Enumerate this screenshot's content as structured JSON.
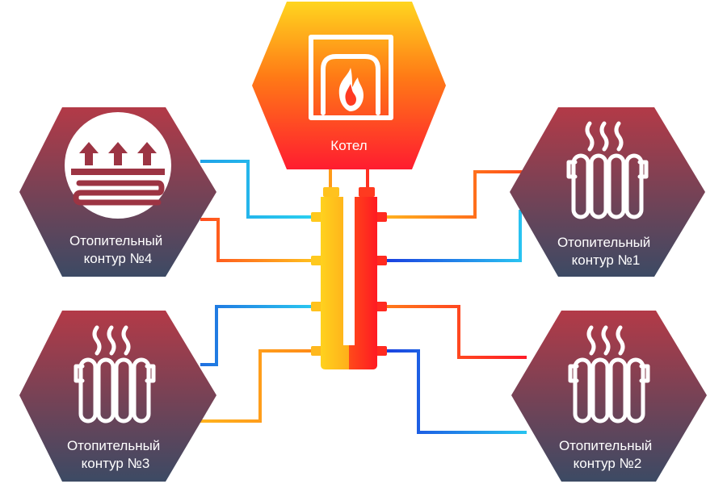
{
  "boiler": {
    "label": "Котел",
    "icon": "boiler-flame-icon"
  },
  "circuits": [
    {
      "line1": "Отопительный",
      "line2": "контур  №4",
      "icon": "underfloor-heating-icon"
    },
    {
      "line1": "Отопительный",
      "line2": "контур  №1",
      "icon": "radiator-icon"
    },
    {
      "line1": "Отопительный",
      "line2": "контур  №3",
      "icon": "radiator-icon"
    },
    {
      "line1": "Отопительный",
      "line2": "контур  №2",
      "icon": "radiator-icon"
    }
  ],
  "colors": {
    "hot_pipe": "#ff6a1a",
    "cold_pipe": "#1e6fd9",
    "circuit_top": "#b03a48",
    "circuit_bottom": "#3e4a63",
    "boiler_top": "#ffd21f",
    "boiler_bottom": "#ff1f2e"
  }
}
